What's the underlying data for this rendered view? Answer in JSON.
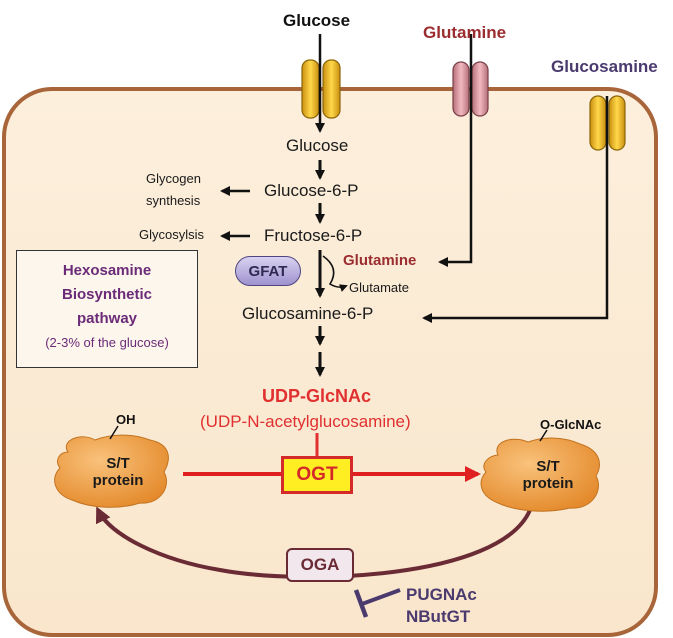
{
  "nutrients": {
    "glucose": "Glucose",
    "glutamine": "Glutamine",
    "glucosamine": "Glucosamine"
  },
  "pathway": {
    "glucose": "Glucose",
    "g6p": "Glucose-6-P",
    "f6p": "Fructose-6-P",
    "gln": "Glutamine",
    "glutamate": "Glutamate",
    "gln6p": "Glucosamine-6-P",
    "udp_glcnac": "UDP-GlcNAc",
    "udp_full": "(UDP-N-acetylglucosamine)"
  },
  "side_branches": {
    "glycogen_line1": "Glycogen",
    "glycogen_line2": "synthesis",
    "glycosylsis": "Glycosylsis"
  },
  "enzymes": {
    "gfat": "GFAT",
    "ogt": "OGT",
    "oga": "OGA"
  },
  "hbp_box": {
    "line1": "Hexosamine",
    "line2": "Biosynthetic",
    "line3": "pathway",
    "note": "(2-3% of the glucose)"
  },
  "protein_left": {
    "group": "OH",
    "line1": "S/T",
    "line2": "protein"
  },
  "protein_right": {
    "group": "O-GlcNAc",
    "line1": "S/T",
    "line2": "protein"
  },
  "inhibitors": {
    "line1": "PUGNAc",
    "line2": "NButGT"
  },
  "colors": {
    "cell_fill": "#fbeedb",
    "cell_border": "#a8653a",
    "glutamine": "#9b2d30",
    "glucosamine": "#4a3a6e",
    "udp": "#e03030",
    "ogt_arrow": "#e02020",
    "oga_arrow": "#6b2b35",
    "protein_fill": "#f2a04a",
    "transporter_glucose": "#f6c12d",
    "transporter_glutamine": "#e8a1a8"
  }
}
